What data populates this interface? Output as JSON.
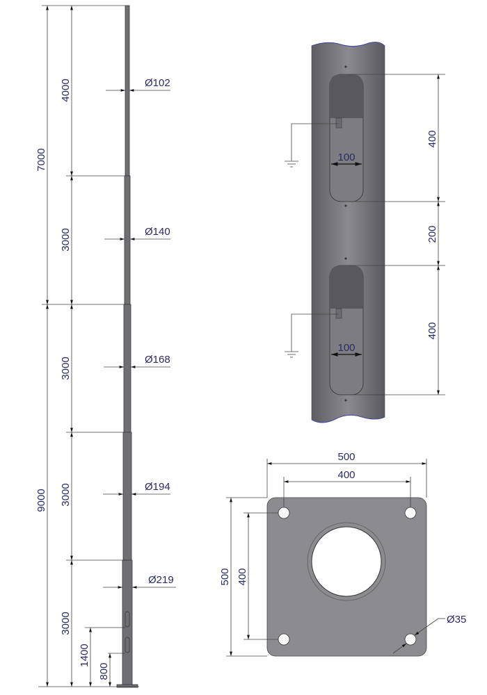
{
  "elevation": {
    "overall_upper": "7000",
    "overall_lower": "9000",
    "segments": [
      "4000",
      "3000",
      "3000",
      "3000",
      "3000"
    ],
    "door_heights": [
      "1400",
      "800"
    ],
    "diameters": [
      "Ø102",
      "Ø140",
      "Ø168",
      "Ø194",
      "Ø219"
    ]
  },
  "door_detail": {
    "opening_height_upper": "400",
    "gap": "200",
    "opening_height_lower": "400",
    "opening_width_upper": "100",
    "opening_width_lower": "100"
  },
  "base_plate": {
    "width_outer": "500",
    "width_holes": "400",
    "height_outer": "500",
    "height_holes": "400",
    "hole_diameter": "Ø35"
  },
  "colors": {
    "steel": "#6f6f74",
    "dimension_text": "#2a2a66"
  }
}
